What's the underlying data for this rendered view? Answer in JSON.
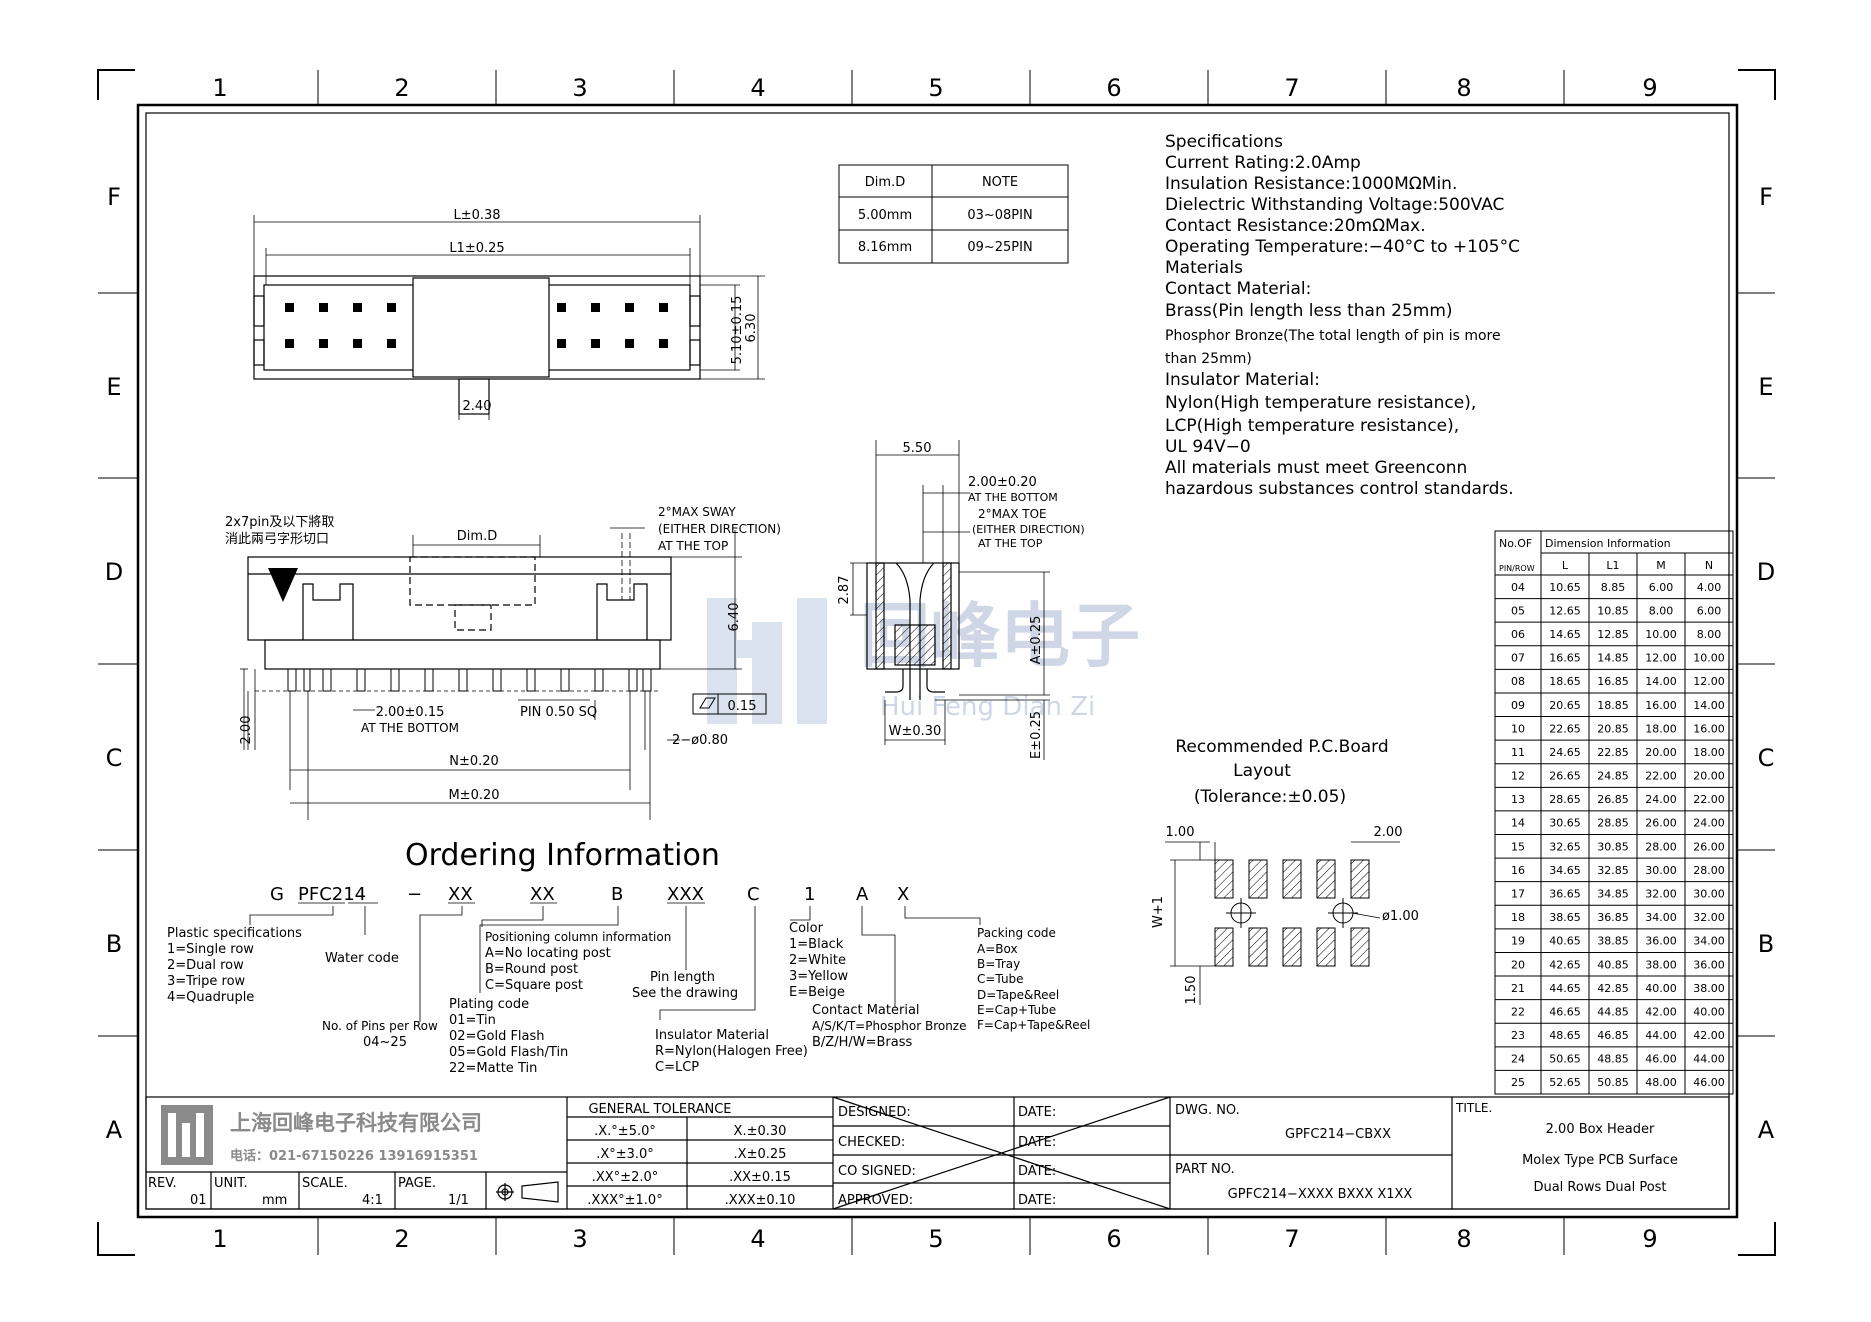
{
  "grid": {
    "columns": [
      "1",
      "2",
      "3",
      "4",
      "5",
      "6",
      "7",
      "8",
      "9"
    ],
    "rows": [
      "F",
      "E",
      "D",
      "C",
      "B",
      "A"
    ]
  },
  "top_view": {
    "dim_L": "L±0.38",
    "dim_L1": "L1±0.25",
    "dim_h1": "5.10±0.15",
    "dim_h2": "6.30",
    "dim_key": "2.40"
  },
  "dimd_table": {
    "headers": [
      "Dim.D",
      "NOTE"
    ],
    "rows": [
      [
        "5.00mm",
        "03~08PIN"
      ],
      [
        "8.16mm",
        "09~25PIN"
      ]
    ]
  },
  "specifications": [
    "Specifications",
    "Current  Rating:2.0Amp",
    "Insulation  Resistance:1000MΩMin.",
    "Dielectric  Withstanding  Voltage:500VAC",
    "Contact  Resistance:20mΩMax.",
    "Operating  Temperature:−40°C  to  +105°C",
    "Materials",
    "Contact  Material:",
    "Brass(Pin  length  less  than  25mm)",
    "Phosphor Bronze(The total length of pin is more",
    "than 25mm)",
    "Insulator  Material:",
    "Nylon(High  temperature  resistance),",
    "LCP(High  temperature  resistance),",
    "UL  94V−0",
    "All  materials  must  meet  Greenconn",
    "hazardous  substances  control  standards."
  ],
  "front_view": {
    "note_cn_1": "2x7pin及以下將取",
    "note_cn_2": "消此兩弓字形切口",
    "dim_d": "Dim.D",
    "sway_1": "2°MAX  SWAY",
    "sway_2": "(EITHER  DIRECTION)",
    "sway_3": "AT  THE  TOP",
    "dim_640": "6.40",
    "dim_pitch": "2.00±0.15",
    "dim_pitch_note": "AT  THE  BOTTOM",
    "pin_label": "PIN  0.50  SQ",
    "flatness": "0.15",
    "hole": "2−ø0.80",
    "dim_200": "2.00",
    "dim_N": "N±0.20",
    "dim_M": "M±0.20"
  },
  "side_view": {
    "dim_550": "5.50",
    "dim_pitch": "2.00±0.20",
    "dim_pitch_note": "AT  THE  BOTTOM",
    "toe_1": "2°MAX  TOE",
    "toe_2": "(EITHER  DIRECTION)",
    "toe_3": "AT  THE  TOP",
    "dim_287": "2.87",
    "dim_A": "A±0.25",
    "dim_W": "W±0.30",
    "dim_E": "E±0.25"
  },
  "watermark": {
    "name_cn": "回峰电子",
    "name_py": "Hui Feng Dian Zi"
  },
  "pcb_layout": {
    "title_1": "Recommended  P.C.Board",
    "title_2": "Layout",
    "title_3": "(Tolerance:±0.05)",
    "dim_100": "1.00",
    "dim_200": "2.00",
    "dim_w1": "W+1",
    "dim_hole": "ø1.00",
    "dim_150": "1.50"
  },
  "dim_table": {
    "title_no": "No.OF",
    "title_info": "Dimension  Information",
    "sub_headers": [
      "PIN/ROW",
      "L",
      "L1",
      "M",
      "N"
    ],
    "rows": [
      [
        "04",
        "10.65",
        "8.85",
        "6.00",
        "4.00"
      ],
      [
        "05",
        "12.65",
        "10.85",
        "8.00",
        "6.00"
      ],
      [
        "06",
        "14.65",
        "12.85",
        "10.00",
        "8.00"
      ],
      [
        "07",
        "16.65",
        "14.85",
        "12.00",
        "10.00"
      ],
      [
        "08",
        "18.65",
        "16.85",
        "14.00",
        "12.00"
      ],
      [
        "09",
        "20.65",
        "18.85",
        "16.00",
        "14.00"
      ],
      [
        "10",
        "22.65",
        "20.85",
        "18.00",
        "16.00"
      ],
      [
        "11",
        "24.65",
        "22.85",
        "20.00",
        "18.00"
      ],
      [
        "12",
        "26.65",
        "24.85",
        "22.00",
        "20.00"
      ],
      [
        "13",
        "28.65",
        "26.85",
        "24.00",
        "22.00"
      ],
      [
        "14",
        "30.65",
        "28.85",
        "26.00",
        "24.00"
      ],
      [
        "15",
        "32.65",
        "30.85",
        "28.00",
        "26.00"
      ],
      [
        "16",
        "34.65",
        "32.85",
        "30.00",
        "28.00"
      ],
      [
        "17",
        "36.65",
        "34.85",
        "32.00",
        "30.00"
      ],
      [
        "18",
        "38.65",
        "36.85",
        "34.00",
        "32.00"
      ],
      [
        "19",
        "40.65",
        "38.85",
        "36.00",
        "34.00"
      ],
      [
        "20",
        "42.65",
        "40.85",
        "38.00",
        "36.00"
      ],
      [
        "21",
        "44.65",
        "42.85",
        "40.00",
        "38.00"
      ],
      [
        "22",
        "46.65",
        "44.85",
        "42.00",
        "40.00"
      ],
      [
        "23",
        "48.65",
        "46.85",
        "44.00",
        "42.00"
      ],
      [
        "24",
        "50.65",
        "48.85",
        "46.00",
        "44.00"
      ],
      [
        "25",
        "52.65",
        "50.85",
        "48.00",
        "46.00"
      ]
    ]
  },
  "ordering": {
    "title": "Ordering  Information",
    "code": [
      "G",
      "PFC214",
      "−",
      "XX",
      "XX",
      "B",
      "XXX",
      "C",
      "1",
      "A",
      "X"
    ],
    "plastic": [
      "Plastic  specifications",
      "1=Single  row",
      "2=Dual  row",
      "3=Tripe  row",
      "4=Quadruple"
    ],
    "water": "Water  code",
    "pins": [
      "No.  of  Pins  per  Row",
      "04~25"
    ],
    "positioning": [
      "Positioning  column  information",
      "A=No  locating  post",
      "B=Round  post",
      "C=Square  post"
    ],
    "plating": [
      "Plating  code",
      "01=Tin",
      "02=Gold  Flash",
      "05=Gold  Flash/Tin",
      "22=Matte  Tin"
    ],
    "pinlen": [
      "Pin  length",
      "See  the  drawing"
    ],
    "insulator": [
      "Insulator  Material",
      "R=Nylon(Halogen  Free)",
      "C=LCP"
    ],
    "color": [
      "Color",
      "1=Black",
      "2=White",
      "3=Yellow",
      "E=Beige"
    ],
    "contact": [
      "Contact  Material",
      "A/S/K/T=Phosphor  Bronze",
      "B/Z/H/W=Brass"
    ],
    "packing": [
      "Packing  code",
      "A=Box",
      "B=Tray",
      "C=Tube",
      "D=Tape&Reel",
      "E=Cap+Tube",
      "F=Cap+Tape&Reel"
    ]
  },
  "title_block": {
    "company_cn": "上海回峰电子科技有限公司",
    "phone": "电话：021-67150226  13916915351",
    "rev_label": "REV.",
    "rev": "01",
    "unit_label": "UNIT.",
    "unit": "mm",
    "scale_label": "SCALE.",
    "scale": "4:1",
    "page_label": "PAGE.",
    "page": "1/1",
    "tol_title": "GENERAL  TOLERANCE",
    "tol_rows": [
      [
        ".X.°±5.0°",
        "X.±0.30"
      ],
      [
        ".X°±3.0°",
        ".X±0.25"
      ],
      [
        ".XX°±2.0°",
        ".XX±0.15"
      ],
      [
        ".XXX°±1.0°",
        ".XXX±0.10"
      ]
    ],
    "sign_rows": [
      "DESIGNED:",
      "CHECKED:",
      "CO  SIGNED:",
      "APPROVED:"
    ],
    "date_label": "DATE:",
    "dwg_label": "DWG.  NO.",
    "dwg_no": "GPFC214−CBXX",
    "part_label": "PART  NO.",
    "part_no": "GPFC214−XXXX  BXXX  X1XX",
    "title_label": "TITLE.",
    "title_lines": [
      "2.00  Box  Header",
      "Molex  Type  PCB  Surface",
      "Dual  Rows  Dual  Post"
    ]
  }
}
